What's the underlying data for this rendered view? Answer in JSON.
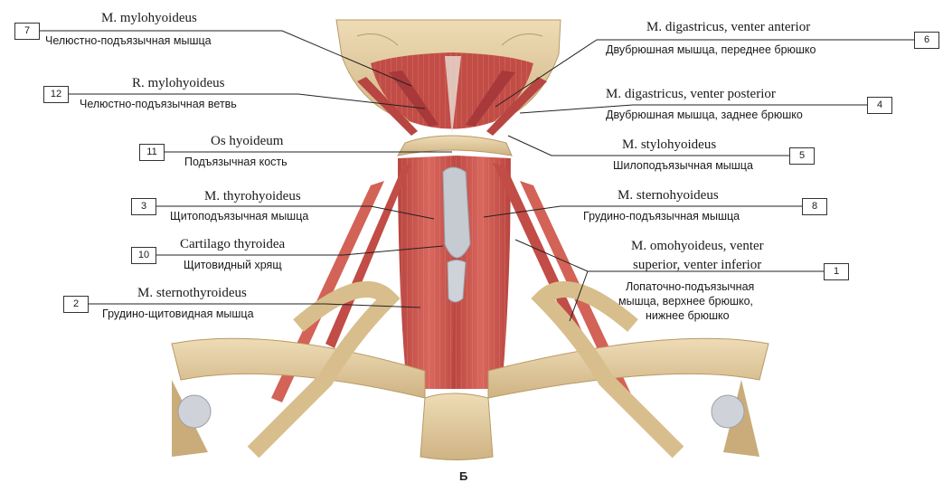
{
  "colors": {
    "bone": "#e6d2a8",
    "bone_shadow": "#c9ac7a",
    "muscle": "#c8504a",
    "muscle_light": "#de7d72",
    "muscle_dark": "#9c3330",
    "cartilage": "#c6cbd2",
    "leader": "#222222"
  },
  "labels": [
    {
      "num": "7",
      "latin": "M. mylohyoideus",
      "ru": "Челюстно-подъязычная мышца"
    },
    {
      "num": "12",
      "latin": "R. mylohyoideus",
      "ru": "Челюстно-подъязычная ветвь"
    },
    {
      "num": "11",
      "latin": "Os hyoideum",
      "ru": "Подъязычная кость"
    },
    {
      "num": "3",
      "latin": "M. thyrohyoideus",
      "ru": "Щитоподъязычная мышца"
    },
    {
      "num": "10",
      "latin": "Cartilago thyroidea",
      "ru": "Щитовидный хрящ"
    },
    {
      "num": "2",
      "latin": "M. sternothyroideus",
      "ru": "Грудино-щитовидная мышца"
    },
    {
      "num": "6",
      "latin": "M. digastricus, venter anterior",
      "ru": "Двубрюшная мышца, переднее брюшко"
    },
    {
      "num": "4",
      "latin": "M. digastricus, venter posterior",
      "ru": "Двубрюшная мышца, заднее брюшко"
    },
    {
      "num": "5",
      "latin": "M. stylohyoideus",
      "ru": "Шилоподъязычная мышца"
    },
    {
      "num": "8",
      "latin": "M. sternohyoideus",
      "ru": "Грудино-подъязычная мышца"
    },
    {
      "num": "1",
      "latin": "M. omohyoideus, venter",
      "latin2": "superior, venter inferior",
      "ru": "Лопаточно-подъязычная",
      "ru2": "мышца, верхнее брюшко,",
      "ru3": "нижнее брюшко"
    }
  ],
  "caption": "Б"
}
